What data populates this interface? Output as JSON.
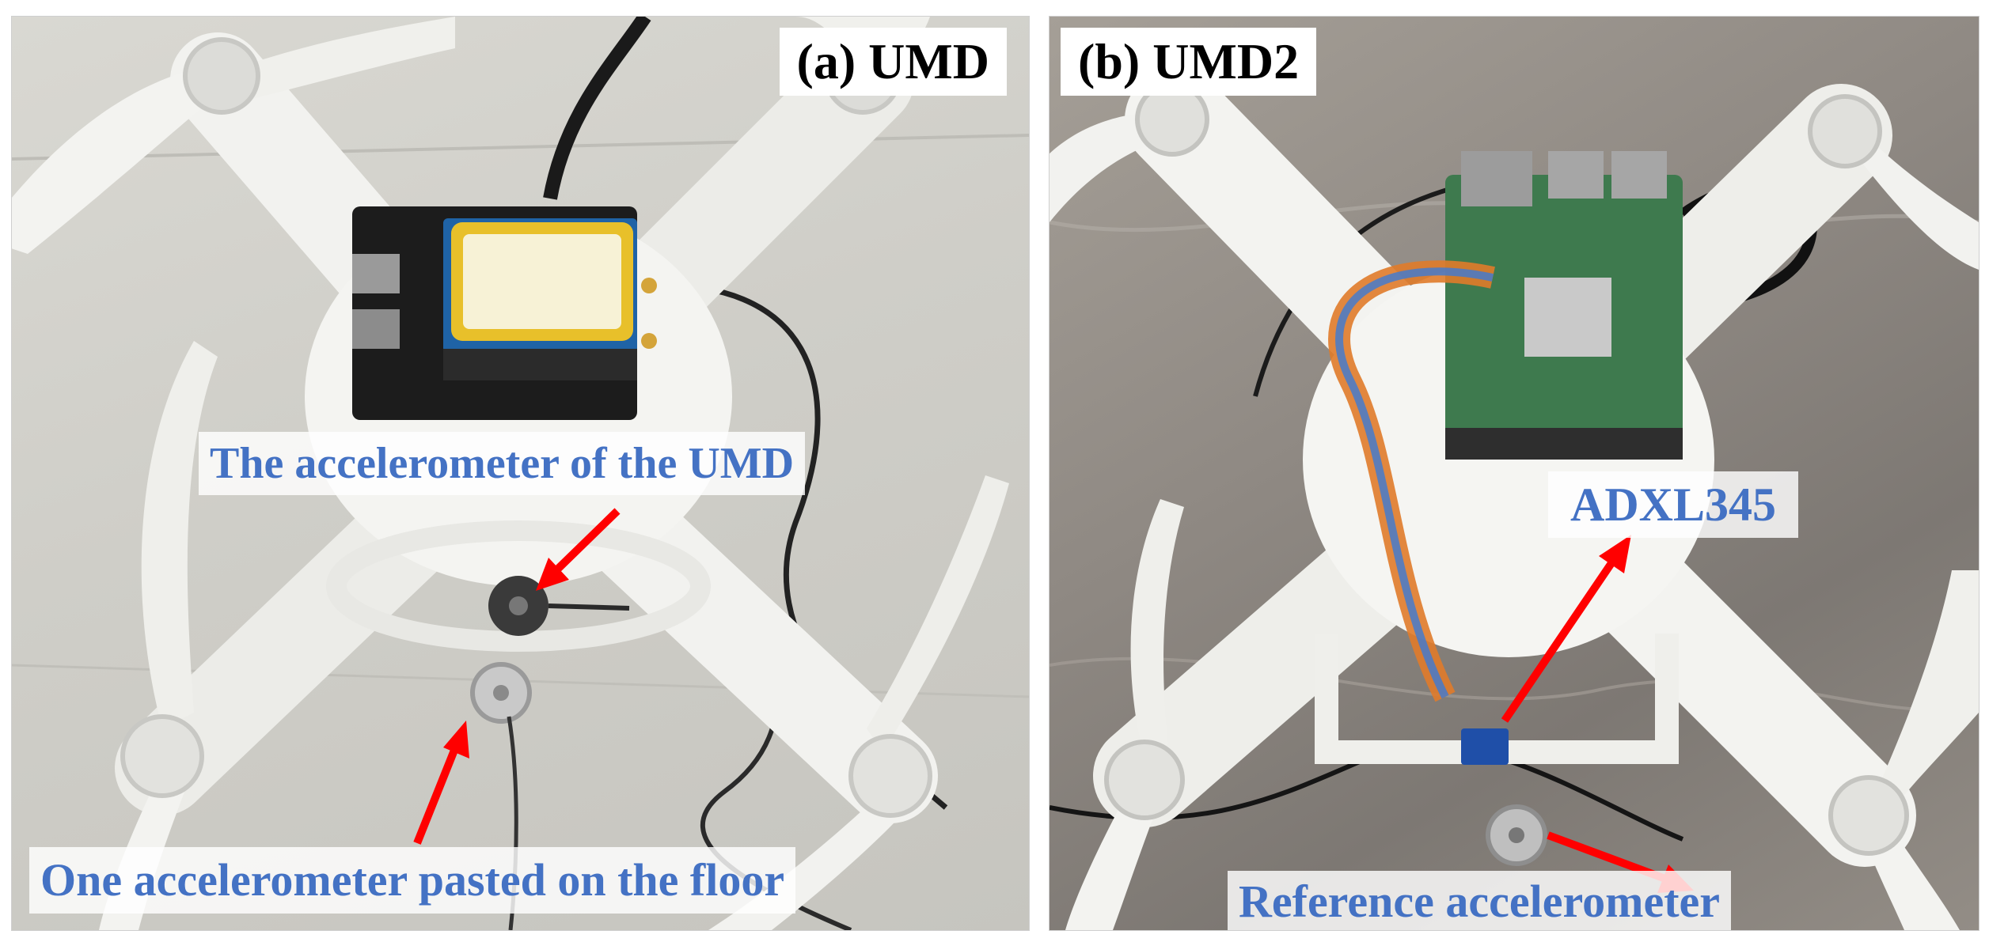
{
  "panels": [
    {
      "title": "(a) UMD",
      "labels": {
        "umd_accelerometer": "The accelerometer of the UMD",
        "floor_accelerometer": "One accelerometer pasted on the floor"
      }
    },
    {
      "title": "(b) UMD2",
      "labels": {
        "adxl": "ADXL345",
        "reference": "Reference accelerometer"
      }
    }
  ],
  "colors": {
    "label_text": "#4472c4",
    "arrow": "#ff0000",
    "title_text": "#000000",
    "drone_body": "#f2f2ef"
  }
}
